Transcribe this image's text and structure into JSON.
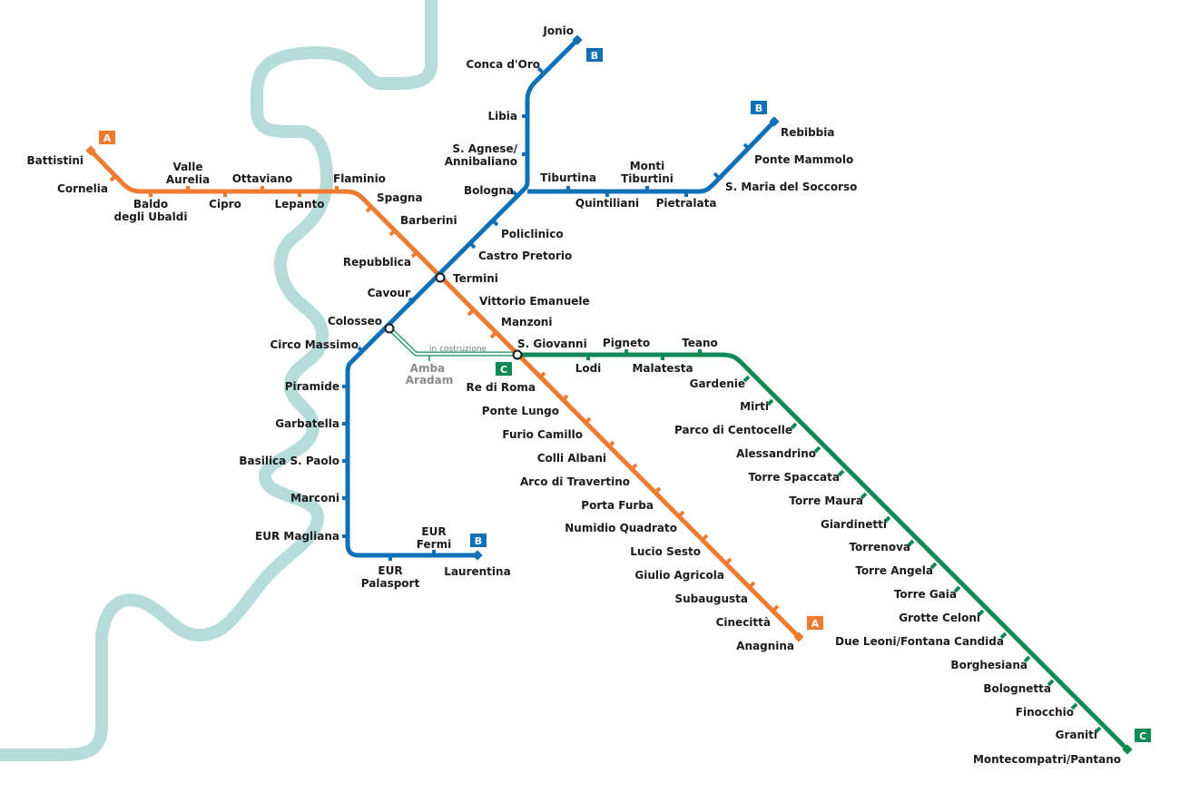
{
  "colors": {
    "river": "#b5dcd8",
    "line_a": "#ee7b30",
    "line_b": "#0f70b8",
    "line_c": "#0f8a55",
    "construction": "#0f8a55",
    "text": "#1a1a1a",
    "interchange_fill": "#ffffff"
  },
  "badges": {
    "line_a": "A",
    "line_b": "B",
    "line_c": "C"
  },
  "construction": {
    "label": "in costruzione",
    "station_line1": "Amba",
    "station_line2": "Aradam"
  },
  "stations": {
    "battistini": [
      "Battistini"
    ],
    "cornelia": [
      "Cornelia"
    ],
    "baldo": [
      "Baldo",
      "degli Ubaldi"
    ],
    "valle_aurelia": [
      "Valle",
      "Aurelia"
    ],
    "cipro": [
      "Cipro"
    ],
    "ottaviano": [
      "Ottaviano"
    ],
    "lepanto": [
      "Lepanto"
    ],
    "flaminio": [
      "Flaminio"
    ],
    "spagna": [
      "Spagna"
    ],
    "barberini": [
      "Barberini"
    ],
    "repubblica": [
      "Repubblica"
    ],
    "termini": [
      "Termini"
    ],
    "vittorio_emanuele": [
      "Vittorio Emanuele"
    ],
    "manzoni": [
      "Manzoni"
    ],
    "san_giovanni": [
      "S. Giovanni"
    ],
    "re_di_roma": [
      "Re di Roma"
    ],
    "ponte_lungo": [
      "Ponte Lungo"
    ],
    "furio_camillo": [
      "Furio Camillo"
    ],
    "colli_albani": [
      "Colli Albani"
    ],
    "arco_di_travertino": [
      "Arco di Travertino"
    ],
    "porta_furba": [
      "Porta Furba"
    ],
    "numidio_quadrato": [
      "Numidio Quadrato"
    ],
    "lucio_sesto": [
      "Lucio Sesto"
    ],
    "giulio_agricola": [
      "Giulio Agricola"
    ],
    "subaugusta": [
      "Subaugusta"
    ],
    "cinecitta": [
      "Cinecittà"
    ],
    "anagnina": [
      "Anagnina"
    ],
    "jonio": [
      "Jonio"
    ],
    "conca_doro": [
      "Conca d'Oro"
    ],
    "libia": [
      "Libia"
    ],
    "s_agnese": [
      "S. Agnese/",
      "Annibaliano"
    ],
    "bologna": [
      "Bologna"
    ],
    "tiburtina": [
      "Tiburtina"
    ],
    "quintiliani": [
      "Quintiliani"
    ],
    "monti_tiburtini": [
      "Monti",
      "Tiburtini"
    ],
    "pietralata": [
      "Pietralata"
    ],
    "s_maria_soccorso": [
      "S. Maria del Soccorso"
    ],
    "ponte_mammolo": [
      "Ponte Mammolo"
    ],
    "rebibbia": [
      "Rebibbia"
    ],
    "policlinico": [
      "Policlinico"
    ],
    "castro_pretorio": [
      "Castro Pretorio"
    ],
    "cavour": [
      "Cavour"
    ],
    "colosseo": [
      "Colosseo"
    ],
    "circo_massimo": [
      "Circo Massimo"
    ],
    "piramide": [
      "Piramide"
    ],
    "garbatella": [
      "Garbatella"
    ],
    "basilica_s_paolo": [
      "Basilica S. Paolo"
    ],
    "marconi": [
      "Marconi"
    ],
    "eur_magliana": [
      "EUR Magliana"
    ],
    "eur_palasport": [
      "EUR",
      "Palasport"
    ],
    "eur_fermi": [
      "EUR",
      "Fermi"
    ],
    "laurentina": [
      "Laurentina"
    ],
    "lodi": [
      "Lodi"
    ],
    "pigneto": [
      "Pigneto"
    ],
    "malatesta": [
      "Malatesta"
    ],
    "teano": [
      "Teano"
    ],
    "gardenie": [
      "Gardenie"
    ],
    "mirti": [
      "Mirti"
    ],
    "parco_di_centocelle": [
      "Parco di Centocelle"
    ],
    "alessandrino": [
      "Alessandrino"
    ],
    "torre_spaccata": [
      "Torre Spaccata"
    ],
    "torre_maura": [
      "Torre Maura"
    ],
    "giardinetti": [
      "Giardinetti"
    ],
    "torrenova": [
      "Torrenova"
    ],
    "torre_angela": [
      "Torre Angela"
    ],
    "torre_gaia": [
      "Torre Gaia"
    ],
    "grotte_celoni": [
      "Grotte Celoni"
    ],
    "due_leoni": [
      "Due Leoni/Fontana Candida"
    ],
    "borghesiana": [
      "Borghesiana"
    ],
    "bolognetta": [
      "Bolognetta"
    ],
    "finocchio": [
      "Finocchio"
    ],
    "graniti": [
      "Graniti"
    ],
    "montecompatri": [
      "Montecompatri/Pantano"
    ]
  }
}
